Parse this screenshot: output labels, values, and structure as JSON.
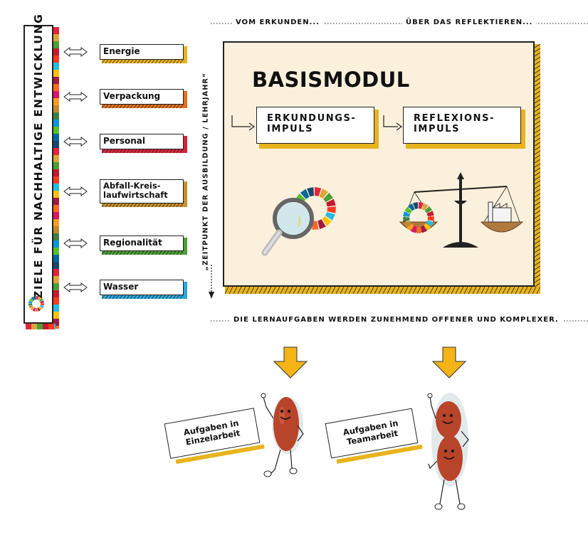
{
  "sdg_banner": {
    "title": "ZIELE FÜR NACHHALTIGE ENTWICKLUNG",
    "stripe_colors": [
      "#e5243b",
      "#dda63a",
      "#4c9f38",
      "#c5192d",
      "#ff3a21",
      "#26bde2",
      "#fcc30b",
      "#a21942",
      "#fd6925",
      "#dd1367",
      "#fd9d24",
      "#bf8b2e",
      "#3f7e44",
      "#0a97d9",
      "#56c02b",
      "#00689d",
      "#19486a"
    ]
  },
  "topics": [
    {
      "label": "Energie",
      "color": "#e8b31c"
    },
    {
      "label": "Verpackung",
      "color": "#e2711d"
    },
    {
      "label": "Personal",
      "color": "#d8243b"
    },
    {
      "label": "Abfall-Kreis-",
      "label2": "laufwirtschaft",
      "color": "#c9902c"
    },
    {
      "label": "Regionalität",
      "color": "#4c9f38"
    },
    {
      "label": "Wasser",
      "color": "#2aa7d8"
    }
  ],
  "header": {
    "left": "VOM ERKUNDEN...",
    "right": "ÜBER DAS REFLEKTIEREN..."
  },
  "vertical_label": "„ZEITPUNKT DER AUSBILDUNG / LEHRJAHR“",
  "main": {
    "title": "BASISMODUL",
    "impuls_1_line1": "ERKUNDUNGS-",
    "impuls_1_line2": "IMPULS",
    "impuls_2_line1": "REFLEXIONS-",
    "impuls_2_line2": "IMPULS",
    "accent": "#e8b31c",
    "box_bg": "#fbf0dc"
  },
  "footer_line": "DIE LERNAUFGABEN WERDEN ZUNEHMEND OFFENER UND KOMPLEXER.",
  "tasks": {
    "einzel_line1": "Aufgaben in",
    "einzel_line2": "Einzelarbeit",
    "team_line1": "Aufgaben in",
    "team_line2": "Teamarbeit"
  }
}
